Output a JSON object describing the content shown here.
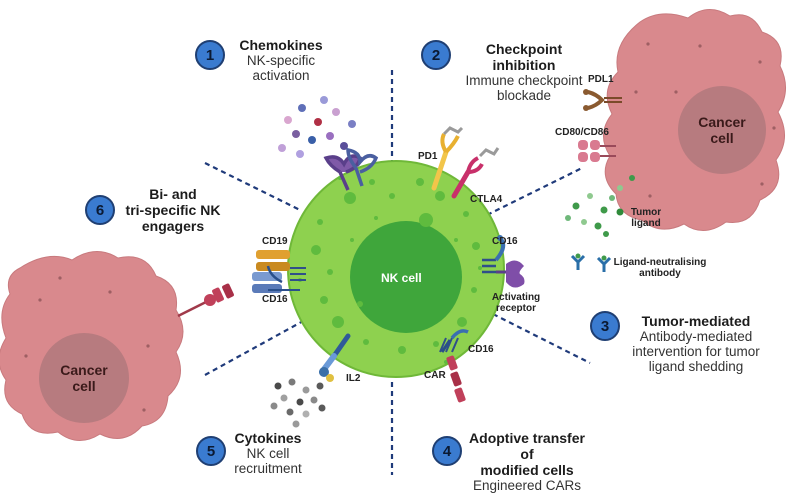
{
  "mechanisms": [
    {
      "number": "1",
      "title": "Chemokines",
      "subtitle": "NK-specific activation"
    },
    {
      "number": "2",
      "title": "Checkpoint inhibition",
      "subtitle": "Immune checkpoint blockade"
    },
    {
      "number": "3",
      "title": "Tumor-mediated",
      "subtitle": "Antibody-mediated intervention for tumor ligand shedding"
    },
    {
      "number": "4",
      "title": "Adoptive transfer of modified cells",
      "subtitle": "Engineered CARs"
    },
    {
      "number": "5",
      "title": "Cytokines",
      "subtitle": "NK cell recruitment"
    },
    {
      "number": "6",
      "title": "Bi- and tri-specific NK engagers",
      "subtitle": ""
    }
  ],
  "text": {
    "m1_title": "Chemokines",
    "m1_sub1": "NK-specific",
    "m1_sub2": "activation",
    "m2_title": "Checkpoint inhibition",
    "m2_sub1": "Immune checkpoint",
    "m2_sub2": "blockade",
    "m3_title": "Tumor-mediated",
    "m3_sub1": "Antibody-mediated",
    "m3_sub2": "intervention for tumor",
    "m3_sub3": "ligand shedding",
    "m4_title1": "Adoptive transfer of",
    "m4_title2": "modified cells",
    "m4_sub": "Engineered CARs",
    "m5_title": "Cytokines",
    "m5_sub1": "NK cell",
    "m5_sub2": "recruitment",
    "m6_title1": "Bi- and",
    "m6_title2": "tri-specific NK",
    "m6_title3": "engagers"
  },
  "labels": {
    "nk_cell": "NK cell",
    "cancer_cell_line1": "Cancer",
    "cancer_cell_line2": "cell",
    "pd1": "PD1",
    "ctla4": "CTLA4",
    "pdl1": "PDL1",
    "cd80_cd86": "CD80/CD86",
    "tumor_ligand_1": "Tumor",
    "tumor_ligand_2": "ligand",
    "ligand_neutralising_1": "Ligand-neutralising",
    "ligand_neutralising_2": "antibody",
    "cd16_right": "CD16",
    "activating_receptor_1": "Activating",
    "activating_receptor_2": "receptor",
    "cd19": "CD19",
    "cd16_left": "CD16",
    "il2": "IL2",
    "cd16_bottom": "CD16",
    "car": "CAR"
  },
  "colors": {
    "nk_cell_fill": "#8ed14f",
    "nk_nucleus": "#3fa63b",
    "cancer_cell": "#d9898d",
    "cancer_nucleus": "#b77b7f",
    "badge": "#3a7bd0",
    "dashed_line": "#1f3a7a"
  }
}
